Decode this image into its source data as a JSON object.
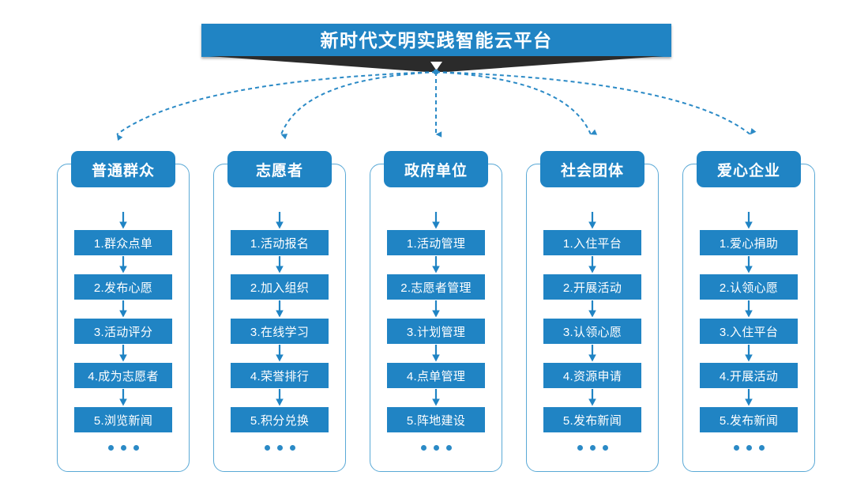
{
  "meta": {
    "diagram_type": "flow-hierarchy",
    "background_color": "#ffffff",
    "accent_color": "#2084c4",
    "rail_border_color": "#5aa9d6",
    "ribbon_color": "#2b2b2b",
    "connector_color": "#2b8ac6"
  },
  "banner": {
    "title": "新时代文明实践智能云平台",
    "chevron_icon": "chevron-down-icon"
  },
  "columns": [
    {
      "id": "general-public",
      "header": "普通群众",
      "items": [
        "1.群众点单",
        "2.发布心愿",
        "3.活动评分",
        "4.成为志愿者",
        "5.浏览新闻"
      ],
      "more": "..."
    },
    {
      "id": "volunteer",
      "header": "志愿者",
      "items": [
        "1.活动报名",
        "2.加入组织",
        "3.在线学习",
        "4.荣誉排行",
        "5.积分兑换"
      ],
      "more": "..."
    },
    {
      "id": "government-unit",
      "header": "政府单位",
      "items": [
        "1.活动管理",
        "2.志愿者管理",
        "3.计划管理",
        "4.点单管理",
        "5.阵地建设"
      ],
      "more": "..."
    },
    {
      "id": "social-group",
      "header": "社会团体",
      "items": [
        "1.入住平台",
        "2.开展活动",
        "3.认领心愿",
        "4.资源申请",
        "5.发布新闻"
      ],
      "more": "..."
    },
    {
      "id": "charitable-enterprise",
      "header": "爱心企业",
      "items": [
        "1.爱心捐助",
        "2.认领心愿",
        "3.入住平台",
        "4.开展活动",
        "5.发布新闻"
      ],
      "more": "..."
    }
  ]
}
